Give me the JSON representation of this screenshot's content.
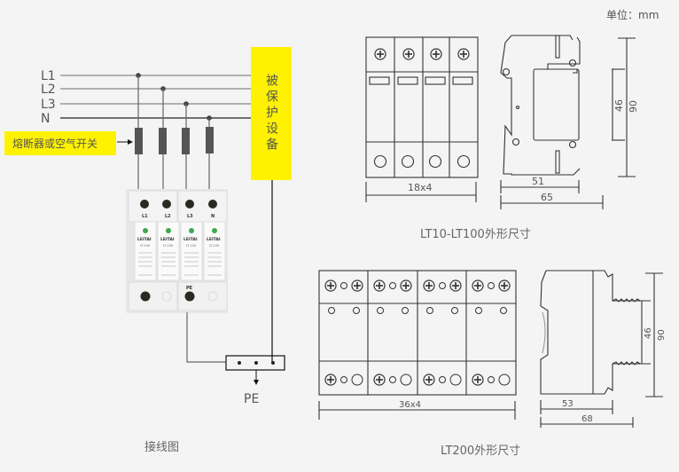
{
  "unit_label": "单位：mm",
  "wiring": {
    "caption": "接线图",
    "lines": [
      "L1",
      "L2",
      "L3",
      "N"
    ],
    "breaker_label": "熔断器或空气开关",
    "protected_device_label": "被保护设备",
    "module_terminals": [
      "L1",
      "L2",
      "L3",
      "N"
    ],
    "module_brand": "LEITAI",
    "module_model": "LT-100",
    "pe_terminal": "PE",
    "ground_label": "PE",
    "colors": {
      "highlight": "#fff200",
      "wire": "#111111",
      "fuse": "#555555"
    }
  },
  "lt10_lt100": {
    "caption": "LT10-LT100外形尺寸",
    "width_label": "18x4",
    "depth_inner": "51",
    "depth_outer": "65",
    "height_inner": "46",
    "height_outer": "90"
  },
  "lt200": {
    "caption": "LT200外形尺寸",
    "width_label": "36x4",
    "depth_inner": "53",
    "depth_outer": "68",
    "height_inner": "46",
    "height_outer": "90"
  }
}
